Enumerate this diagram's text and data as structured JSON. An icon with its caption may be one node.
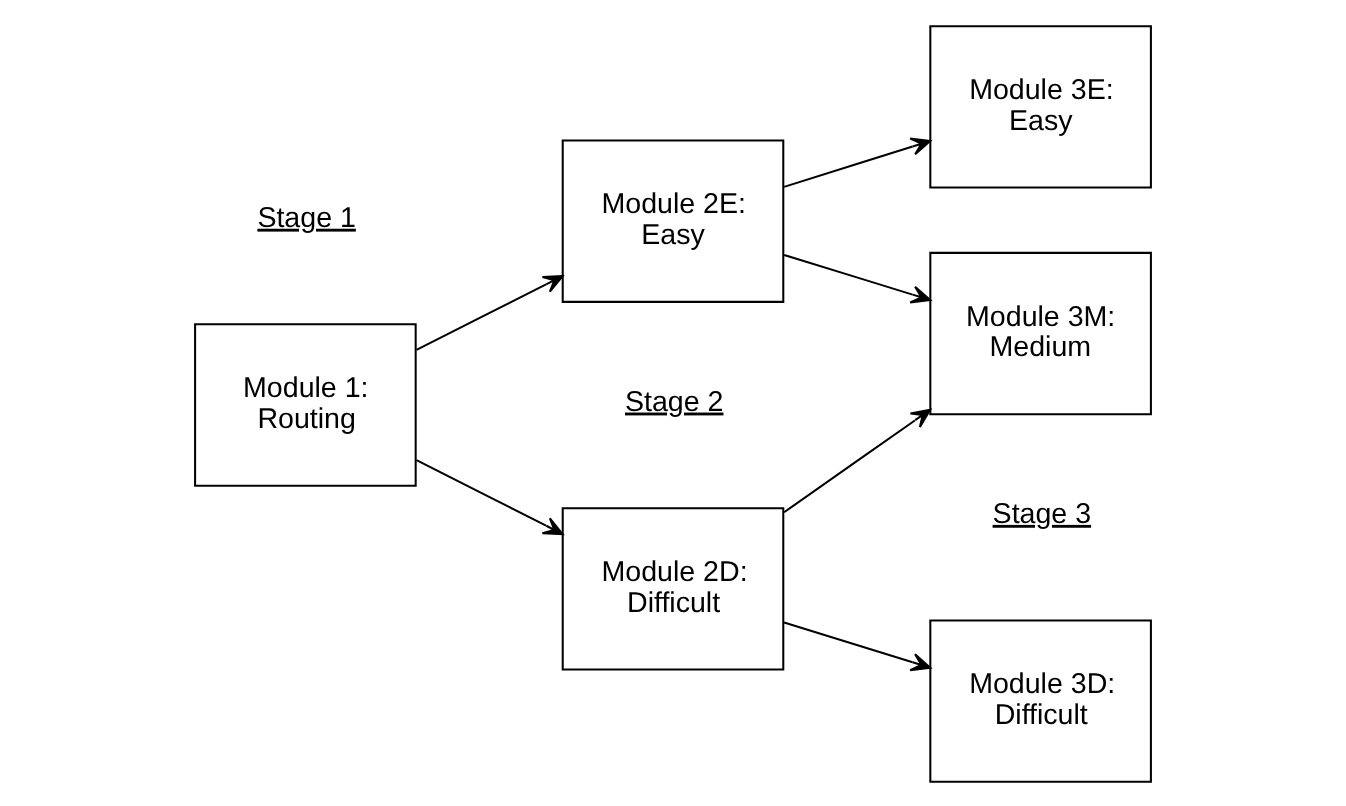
{
  "diagram": {
    "nodes": [
      {
        "text": [
          "Module 1: Routing"
        ]
      },
      {
        "text": [
          "Module 2D: Difficult"
        ]
      },
      {
        "text": [
          "Module 2E: Easy"
        ]
      },
      {
        "text": [
          "Module 3D: Difficult"
        ]
      },
      {
        "text": [
          "Module 3M: Medium"
        ]
      },
      {
        "text": [
          "Module 3E: Easy"
        ]
      }
    ],
    "edges": [
      {
        "from": 0,
        "to": 1,
        "arrow": "to"
      },
      {
        "from": 0,
        "to": 2,
        "arrow": "to"
      },
      {
        "from": 1,
        "to": 3,
        "arrow": "to"
      },
      {
        "from": 1,
        "to": 4,
        "arrow": "to"
      },
      {
        "from": 2,
        "to": 4,
        "arrow": "to"
      },
      {
        "from": 2,
        "to": 5,
        "arrow": "to"
      }
    ],
    "labels": [
      "Stage 1",
      "Stage 2",
      "Stage 3"
    ]
  }
}
